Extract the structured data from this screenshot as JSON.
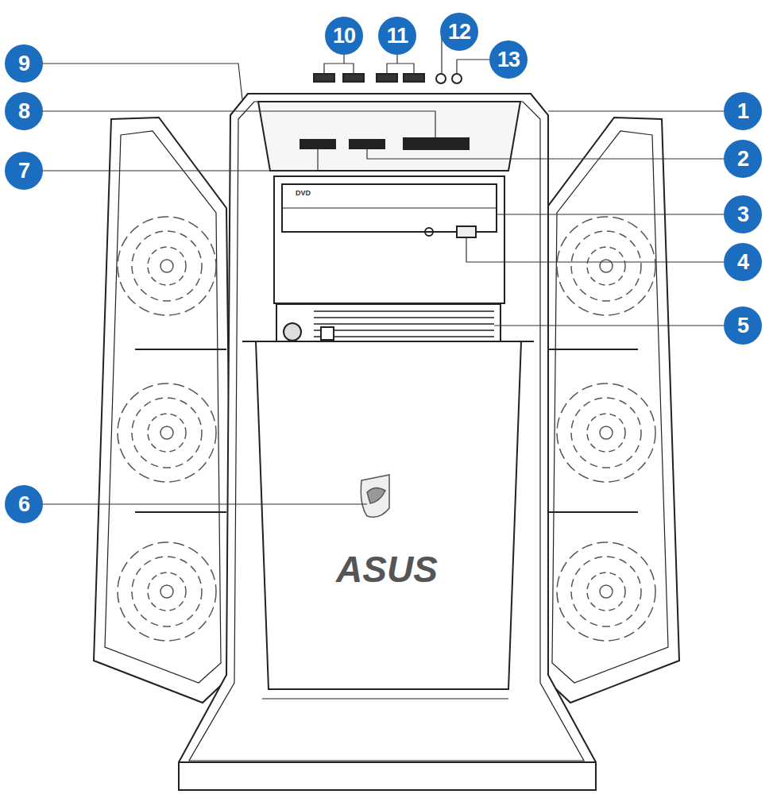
{
  "diagram": {
    "nodes": [
      {
        "text": [
          "10"
        ]
      },
      {
        "text": [
          "11"
        ]
      },
      {
        "text": [
          "12"
        ]
      },
      {
        "text": [
          "9"
        ]
      },
      {
        "text": [
          "13"
        ]
      },
      {
        "text": [
          "8"
        ]
      },
      {
        "text": [
          "1"
        ]
      },
      {
        "text": [
          "7"
        ]
      },
      {
        "text": [
          "2"
        ]
      },
      {
        "text": [
          "3"
        ]
      },
      {
        "text": [
          "4"
        ]
      },
      {
        "text": [
          "5"
        ]
      },
      {
        "text": [
          "6"
        ]
      }
    ],
    "labels": [
      "ASUS",
      "DVD"
    ]
  }
}
